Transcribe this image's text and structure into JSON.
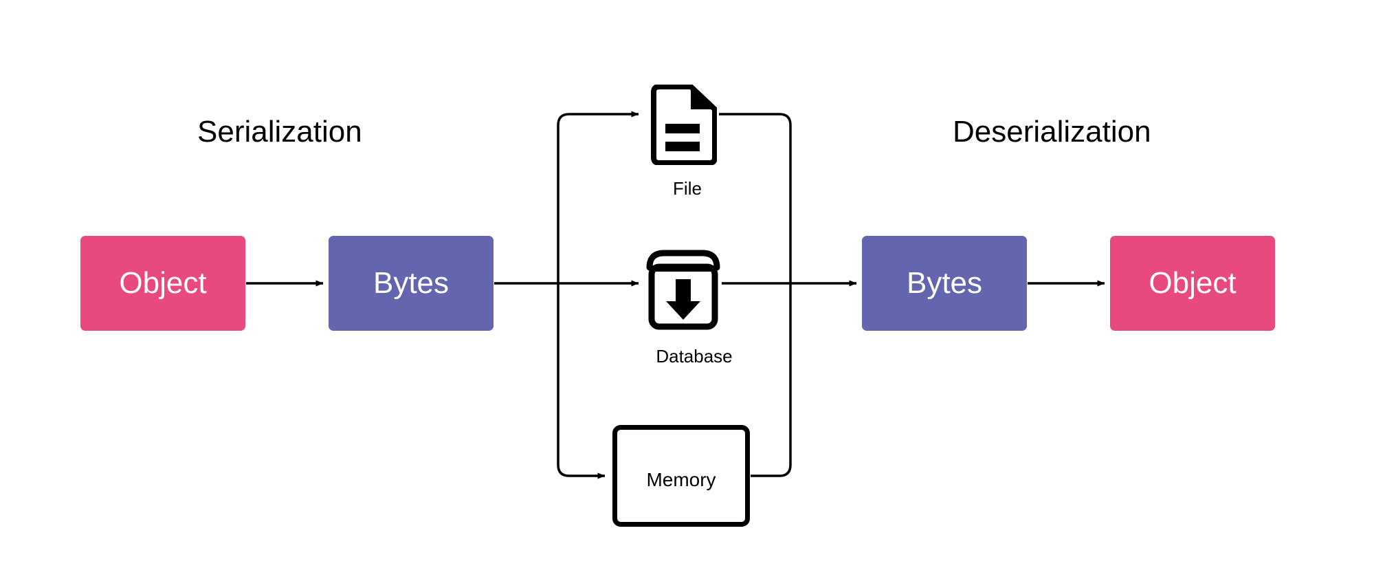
{
  "diagram": {
    "title_left": "Serialization",
    "title_right": "Deserialization",
    "background": "#ffffff",
    "stroke": "#000000"
  },
  "colors": {
    "object_pink": "#e84a7d",
    "bytes_purple": "#6366ae",
    "box_text": "#ffffff",
    "line": "#000000"
  },
  "nodes": {
    "object_left": "Object",
    "bytes_left": "Bytes",
    "bytes_right": "Bytes",
    "object_right": "Object"
  },
  "storage": {
    "file": {
      "label": "File",
      "icon": "file-document-icon"
    },
    "database": {
      "label": "Database",
      "icon": "database-archive-download-icon"
    },
    "memory": {
      "label": "Memory",
      "icon": "memory-box-icon"
    }
  },
  "flow": {
    "steps": [
      "Object",
      "Bytes",
      "File / Database / Memory",
      "Bytes",
      "Object"
    ],
    "arrow_count": 9
  }
}
